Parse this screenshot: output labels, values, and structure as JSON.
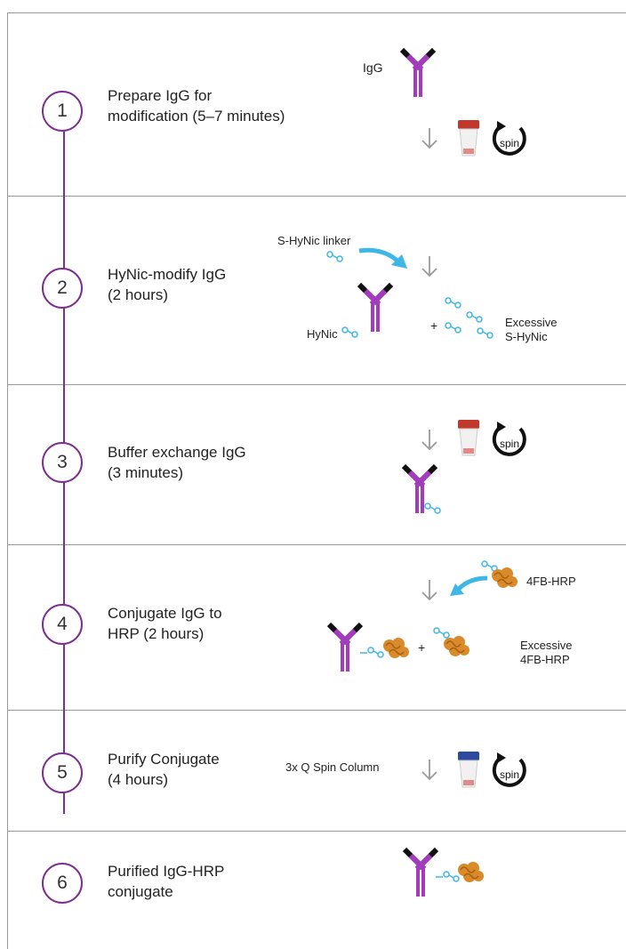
{
  "steps": [
    {
      "number": "1",
      "line1": "Prepare IgG for",
      "line2": "modification (5–7 minutes)"
    },
    {
      "number": "2",
      "line1": "HyNic-modify IgG",
      "line2": "(2 hours)"
    },
    {
      "number": "3",
      "line1": "Buffer exchange IgG",
      "line2": "(3 minutes)"
    },
    {
      "number": "4",
      "line1": "Conjugate IgG to",
      "line2": "HRP (2 hours)"
    },
    {
      "number": "5",
      "line1": "Purify Conjugate",
      "line2": "(4 hours)"
    },
    {
      "number": "6",
      "line1": "Purified IgG-HRP",
      "line2": "conjugate"
    }
  ],
  "labels": {
    "igg": "IgG",
    "s_hynic_linker": "S-HyNic linker",
    "hynic": "HyNic",
    "plus": "+",
    "excessive": "Excessive",
    "s_hynic": "S-HyNic",
    "fourfb_hrp": "4FB-HRP",
    "excessive_4fb_line1": "Excessive",
    "excessive_4fb_line2": "4FB-HRP",
    "spin_column": "3x Q Spin Column",
    "spin": "spin"
  },
  "colors": {
    "purple": "#7b2f8e",
    "antibody_purple": "#a43bbf",
    "linker_blue": "#3fb7e6",
    "hrp_orange": "#d98a2b",
    "column_red": "#c0392b",
    "column_blue": "#2e4a9e",
    "arrow_gray": "#9a9a9a",
    "line_gray": "#9a9a9a"
  }
}
